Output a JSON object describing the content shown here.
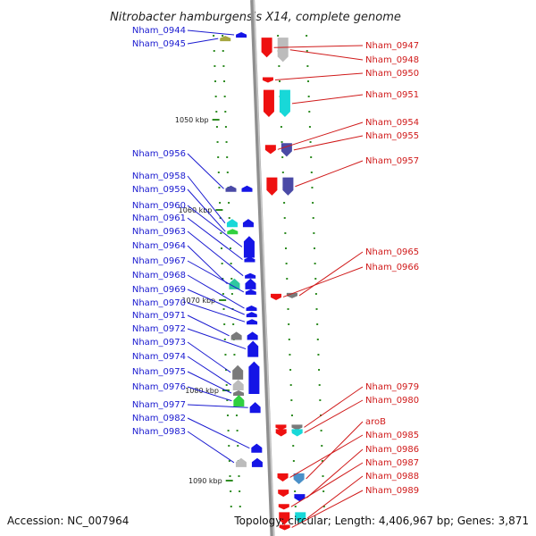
{
  "title": "Nitrobacter hamburgensis X14, complete genome",
  "footer": {
    "accession": "Accession: NC_007964",
    "topology": "Topology: circular; Length: 4,406,967 bp; Genes: 3,871"
  },
  "colors": {
    "forward_label": "#1a1ad0",
    "reverse_label": "#d01a1a",
    "backbone": "#8f8f8f",
    "tick": "#2e8b22",
    "gene_blue": "#1515e6",
    "gene_red": "#ee1010",
    "gene_navy": "#4a4aa6",
    "gene_cyan": "#18d8d8",
    "gene_gray": "#7a7a7a",
    "gene_lightgray": "#bcbcbc",
    "gene_olive": "#a6a640",
    "gene_green": "#30d040",
    "gene_teal": "#30c8a0",
    "gene_steelblue": "#4a90c8"
  },
  "scale": {
    "unit": "kbp",
    "ticks": [
      {
        "kbp": 1050,
        "label": "1050 kbp"
      },
      {
        "kbp": 1060,
        "label": "1060 kbp"
      },
      {
        "kbp": 1070,
        "label": "1070 kbp"
      },
      {
        "kbp": 1080,
        "label": "1080 kbp"
      },
      {
        "kbp": 1090,
        "label": "1090 kbp"
      }
    ]
  },
  "forward_genes": [
    {
      "label": "Nham_0944",
      "color": "gene_blue",
      "pos": 1040.3,
      "len": 0.6
    },
    {
      "label": "Nham_0945",
      "color": "gene_olive",
      "pos": 1040.7,
      "len": 0.3
    },
    {
      "label": "Nham_0956",
      "color": "gene_navy",
      "pos": 1057.3,
      "len": 0.7
    },
    {
      "label": "Nham_0958",
      "color": "gene_cyan",
      "pos": 1061.0,
      "len": 0.9
    },
    {
      "label": "Nham_0959",
      "color": "gene_green",
      "pos": 1062.1,
      "len": 0.4
    },
    {
      "label": "Nham_0960",
      "color": "gene_blue",
      "pos": 1062.9,
      "len": 2.4
    },
    {
      "label": "Nham_0961",
      "color": "gene_blue",
      "pos": 1065.2,
      "len": 0.3
    },
    {
      "label": "Nham_0963",
      "color": "gene_blue",
      "pos": 1067.0,
      "len": 0.5
    },
    {
      "label": "Nham_0964",
      "color": "gene_teal",
      "pos": 1067.6,
      "len": 1.2
    },
    {
      "label": "Nham_0967",
      "color": "gene_blue",
      "pos": 1068.8,
      "len": 0.4
    },
    {
      "label": "Nham_0968",
      "color": "gene_blue",
      "pos": 1070.6,
      "len": 0.3
    },
    {
      "label": "Nham_0969",
      "color": "gene_blue",
      "pos": 1071.3,
      "len": 0.3
    },
    {
      "label": "Nham_0970",
      "color": "gene_blue",
      "pos": 1072.1,
      "len": 0.3
    },
    {
      "label": "Nham_0971",
      "color": "gene_gray",
      "pos": 1073.5,
      "len": 0.9
    },
    {
      "label": "Nham_0972",
      "color": "gene_blue",
      "pos": 1074.5,
      "len": 1.8
    },
    {
      "label": "Nham_0973",
      "color": "gene_gray",
      "pos": 1077.2,
      "len": 1.6
    },
    {
      "label": "Nham_0974",
      "color": "gene_lightgray",
      "pos": 1078.8,
      "len": 1.2
    },
    {
      "label": "Nham_0975",
      "color": "gene_gray",
      "pos": 1080.0,
      "len": 0.5
    },
    {
      "label": "Nham_0976",
      "color": "gene_green",
      "pos": 1080.5,
      "len": 1.3
    },
    {
      "label": "Nham_0977",
      "color": "gene_blue",
      "pos": 1081.3,
      "len": 1.2
    },
    {
      "label": "Nham_0982",
      "color": "gene_blue",
      "pos": 1085.9,
      "len": 1.0
    },
    {
      "label": "Nham_0983",
      "color": "gene_lightgray",
      "pos": 1087.5,
      "len": 1.0
    }
  ],
  "forward_extra": [
    {
      "color": "gene_blue",
      "pos": 1057.3,
      "len": 0.7
    },
    {
      "color": "gene_blue",
      "pos": 1061.0,
      "len": 0.9
    },
    {
      "color": "gene_blue",
      "pos": 1067.6,
      "len": 1.2
    },
    {
      "color": "gene_blue",
      "pos": 1073.5,
      "len": 0.9
    },
    {
      "color": "gene_blue",
      "pos": 1076.8,
      "len": 3.6
    },
    {
      "color": "gene_blue",
      "pos": 1087.5,
      "len": 1.0
    }
  ],
  "reverse_genes": [
    {
      "label": "Nham_0947",
      "color": "gene_red",
      "pos": 1040.9,
      "len": 2.2
    },
    {
      "label": "Nham_0948",
      "color": "gene_lightgray",
      "pos": 1040.9,
      "len": 2.7
    },
    {
      "label": "Nham_0950",
      "color": "gene_red",
      "pos": 1045.3,
      "len": 0.4
    },
    {
      "label": "Nham_0951",
      "color": "gene_cyan",
      "pos": 1046.7,
      "len": 3.0
    },
    {
      "label": "Nham_0954",
      "color": "gene_red",
      "pos": 1052.8,
      "len": 1.0
    },
    {
      "label": "Nham_0955",
      "color": "gene_navy",
      "pos": 1052.6,
      "len": 1.5
    },
    {
      "label": "Nham_0957",
      "color": "gene_navy",
      "pos": 1056.4,
      "len": 2.0
    },
    {
      "label": "Nham_0965",
      "color": "gene_gray",
      "pos": 1069.2,
      "len": 0.4
    },
    {
      "label": "Nham_0966",
      "color": "gene_red",
      "pos": 1069.3,
      "len": 0.7
    },
    {
      "label": "Nham_0979",
      "color": "gene_gray",
      "pos": 1083.8,
      "len": 0.3
    },
    {
      "label": "Nham_0980",
      "color": "gene_cyan",
      "pos": 1084.3,
      "len": 0.8
    },
    {
      "label": "aroB",
      "color": "gene_steelblue",
      "pos": 1089.2,
      "len": 1.2
    },
    {
      "label": "Nham_0985",
      "color": "gene_red",
      "pos": 1089.2,
      "len": 0.9
    },
    {
      "label": "Nham_0986",
      "color": "gene_blue",
      "pos": 1091.5,
      "len": 0.8
    },
    {
      "label": "Nham_0987",
      "color": "gene_red",
      "pos": 1092.6,
      "len": 0.6
    },
    {
      "label": "Nham_0988",
      "color": "gene_cyan",
      "pos": 1093.5,
      "len": 1.3
    },
    {
      "label": "Nham_0989",
      "color": "gene_red",
      "pos": 1094.9,
      "len": 0.5
    }
  ],
  "reverse_extra": [
    {
      "color": "gene_red",
      "pos": 1046.7,
      "len": 3.0
    },
    {
      "color": "gene_red",
      "pos": 1056.4,
      "len": 2.0
    },
    {
      "color": "gene_red",
      "pos": 1083.8,
      "len": 0.3
    },
    {
      "color": "gene_red",
      "pos": 1084.3,
      "len": 0.8
    },
    {
      "color": "gene_red",
      "pos": 1091.0,
      "len": 0.8
    },
    {
      "color": "gene_red",
      "pos": 1093.5,
      "len": 1.4
    }
  ]
}
